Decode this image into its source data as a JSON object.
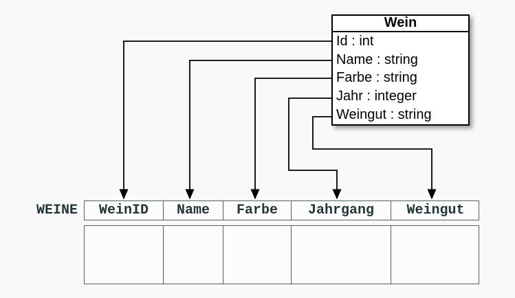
{
  "class_box": {
    "title": "Wein",
    "attributes": [
      "Id : int",
      "Name : string",
      "Farbe : string",
      "Jahr : integer",
      "Weingut : string"
    ]
  },
  "table": {
    "label": "WEINE",
    "columns": [
      "WeinID",
      "Name",
      "Farbe",
      "Jahrgang",
      "Weingut"
    ],
    "body_rows": 1,
    "body_row_empty": true
  },
  "mappings": [
    {
      "from": "Id : int",
      "to": "WeinID"
    },
    {
      "from": "Name : string",
      "to": "Name"
    },
    {
      "from": "Farbe : string",
      "to": "Farbe"
    },
    {
      "from": "Jahr : integer",
      "to": "Jahrgang"
    },
    {
      "from": "Weingut : string",
      "to": "Weingut"
    }
  ],
  "colors": {
    "page_bg": "#f9f9fa",
    "connector": "#000000",
    "class_border": "#000000",
    "class_bg": "#ffffff",
    "table_border": "#51625f",
    "table_text": "#243538"
  }
}
